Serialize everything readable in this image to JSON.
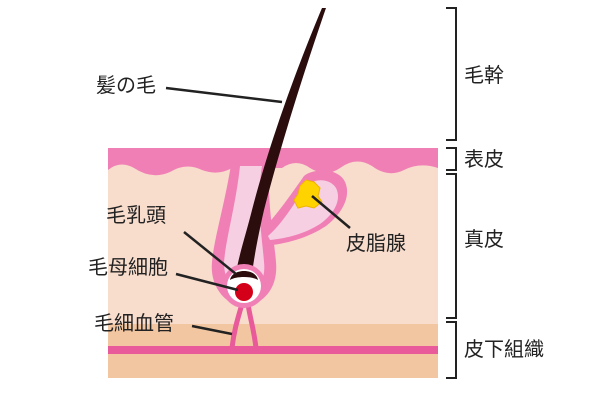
{
  "labels": {
    "hair": "髪の毛",
    "papilla": "毛乳頭",
    "matrix_cell": "毛母細胞",
    "capillary": "毛細血管",
    "sebaceous_gland": "皮脂腺"
  },
  "layers": {
    "shaft": "毛幹",
    "epidermis": "表皮",
    "dermis": "真皮",
    "subcutaneous": "皮下組織"
  },
  "colors": {
    "hair": "#2b0d0d",
    "epidermis_pink": "#f07fb6",
    "dermis": "#f8dccc",
    "dermis_light": "#fbe5d8",
    "subcutaneous": "#f3c6a2",
    "capillary_pink": "#e85a9a",
    "follicle_light": "#f6d0e2",
    "papilla_red": "#d4001a",
    "gland_yellow": "#ffd300"
  }
}
